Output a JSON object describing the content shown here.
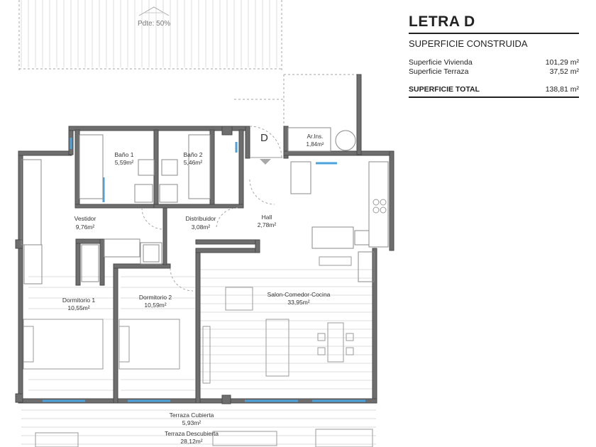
{
  "info": {
    "title": "LETRA D",
    "subtitle": "SUPERFICIE CONSTRUIDA",
    "rows": [
      {
        "label": "Superficie Vivienda",
        "value": "101,29 m²"
      },
      {
        "label": "Superficie Terraza",
        "value": "37,52 m²"
      }
    ],
    "total": {
      "label": "SUPERFICIE TOTAL",
      "value": "138,81 m²"
    }
  },
  "plan": {
    "slope_label": "Pdte: 50%",
    "door_letter": "D",
    "rooms": [
      {
        "name": "Baño 1",
        "area": "5,59m²"
      },
      {
        "name": "Baño 2",
        "area": "5,46m²"
      },
      {
        "name": "Ar.Ins.",
        "area": "1,84m²"
      },
      {
        "name": "Vestidor",
        "area": "9,76m²"
      },
      {
        "name": "Distribuidor",
        "area": "3,08m²"
      },
      {
        "name": "Hall",
        "area": "2,78m²"
      },
      {
        "name": "Dormitorio 1",
        "area": "10,55m²"
      },
      {
        "name": "Dormitorio 2",
        "area": "10,59m²"
      },
      {
        "name": "Salon-Comedor-Cocina",
        "area": "33,95m²"
      },
      {
        "name": "Terraza Cubierta",
        "area": "5,93m²"
      },
      {
        "name": "Terraza Descubierta",
        "area": "28,12m²"
      }
    ]
  }
}
